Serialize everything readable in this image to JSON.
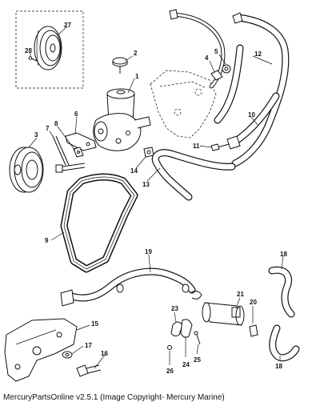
{
  "footer": {
    "caption": "MercuryPartsOnline v2.5.1 (Image Copyright- Mercury Marine)"
  },
  "callouts": {
    "p1": "1",
    "p2": "2",
    "p3": "3",
    "p4": "4",
    "p5": "5",
    "p6": "6",
    "p7": "7",
    "p8": "8",
    "p9": "9",
    "p10": "10",
    "p11": "11",
    "p12": "12",
    "p13": "13",
    "p14": "14",
    "p15": "15",
    "p16": "16",
    "p17": "17",
    "p18a": "18",
    "p18b": "18",
    "p19": "19",
    "p20": "20",
    "p21": "21",
    "p23": "23",
    "p24": "24",
    "p25": "25",
    "p26": "26",
    "p27": "27",
    "p28": "28"
  }
}
